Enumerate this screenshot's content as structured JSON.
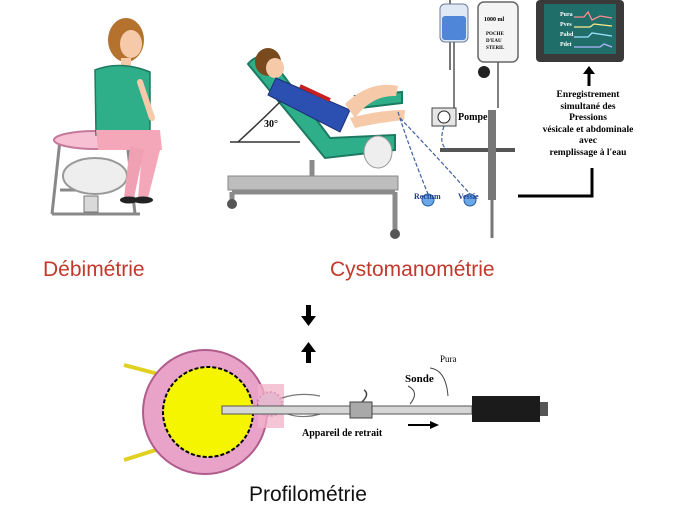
{
  "captions": {
    "debimetrie": "Débimétrie",
    "cystomanometrie": "Cystomanométrie",
    "profilometrie": "Profilométrie"
  },
  "cysto_labels": {
    "angle": "30°",
    "pompe": "Pompe",
    "rectum": "Rectum",
    "vessie": "Vessie",
    "bag_volume": "1000 ml",
    "bag_line1": "POCHE",
    "bag_line2": "D'EAU",
    "bag_line3": "STERIL",
    "recording_lines": [
      "Enregistrement",
      "simultané des",
      "Pressions",
      "vésicale et abdominale",
      "avec",
      "remplissage à l'eau"
    ]
  },
  "monitor_traces": [
    "Pura",
    "Pves",
    "Pabd",
    "Pdet"
  ],
  "profilo_labels": {
    "pura": "Pura",
    "sonde": "Sonde",
    "appareil": "Appareil de retrait"
  },
  "colors": {
    "caption_red": "#c0392b",
    "caption_black": "#111111",
    "bladder_pink": "#e9a3c9",
    "bladder_yellow": "#f5f500",
    "chair_green": "#2fae8a",
    "monitor_screen": "#1f6e6a"
  }
}
